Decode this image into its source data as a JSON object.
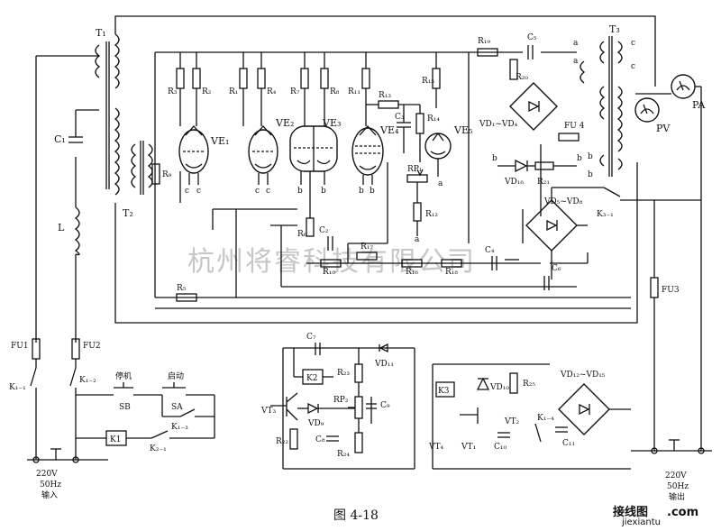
{
  "figure": {
    "caption": "图 4-18",
    "watermark": "杭州将睿科技有限公司"
  },
  "terminals": {
    "input": [
      "220V",
      "50Hz",
      "输入"
    ],
    "output": [
      "220V",
      "50Hz",
      "输出"
    ]
  },
  "labels": {
    "T1": "T₁",
    "T2": "T₂",
    "T3": "T₃",
    "C1": "C₁",
    "L": "L",
    "FU1": "FU1",
    "FU2": "FU2",
    "FU3": "FU3",
    "FU4": "FU 4",
    "K1_1": "K₁₋₁",
    "K1_2": "K₁₋₂",
    "K1_3": "K₁₋₃",
    "K2_1": "K₂₋₁",
    "K3_1": "K₃₋₁",
    "K1_4": "K₁₋₄",
    "K1": "K1",
    "K2": "K2",
    "K3": "K3",
    "SB": "SB",
    "SA": "SA",
    "stop": "停机",
    "start": "启动",
    "VE1": "VE₁",
    "VE2": "VE₂",
    "VE3": "VE₃",
    "VE4": "VE₄",
    "VE5": "VE₅",
    "R1": "R₁",
    "R2": "R₂",
    "R3": "R₃",
    "R4": "R₄",
    "R5": "R₅",
    "R6": "R₆",
    "R7": "R₇",
    "R8": "R₈",
    "R9": "R₉",
    "R10": "R₁₀",
    "R11": "R₁₁",
    "R12": "R₁₂",
    "R13": "R₁₃",
    "R14": "R₁₄",
    "R15": "R₁₅",
    "R16": "R₁₆",
    "R17": "R₁₇",
    "R18": "R₁₈",
    "R19": "R₁₉",
    "R20": "R₂₀",
    "R21": "R₂₁",
    "R22": "R₂₂",
    "R23": "R₂₃",
    "R24": "R₂₄",
    "R25": "R₂₅",
    "RP1": "RP₁",
    "RP2": "RP₂",
    "C2": "C₂",
    "C3": "C₃",
    "C4": "C₄",
    "C5": "C₅",
    "C6": "C₆",
    "C7": "C₇",
    "C8": "C₈",
    "C9": "C₉",
    "C10": "C₁₀",
    "C11": "C₁₁",
    "VD1_VD4": "VD₁~VD₄",
    "VD5_VD8": "VD₅~VD₈",
    "VD9": "VD₉",
    "VD10": "VD₁₀",
    "VD11": "VD₁₁",
    "VD12_VD15": "VD₁₂~VD₁₅",
    "VD16": "VD₁₆",
    "VT1": "VT₁",
    "VT2": "VT₂",
    "VT3": "VT₃",
    "VT4": "VT₄",
    "PV": "PV",
    "PA": "PA",
    "a": "a",
    "b": "b",
    "c": "c"
  },
  "brand": {
    "site": "接线图",
    "domain": ".com",
    "url": "jiexiantu"
  }
}
